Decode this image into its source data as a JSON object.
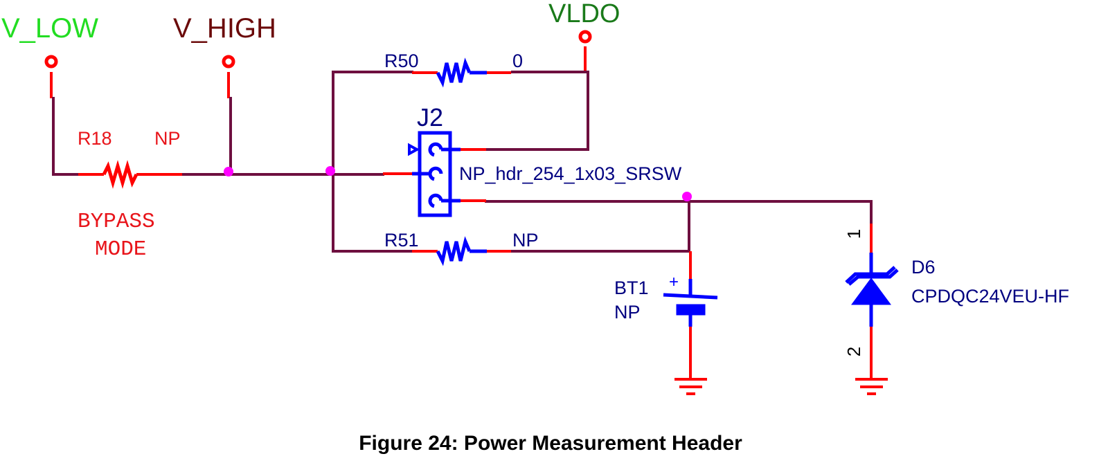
{
  "colors": {
    "wire": "#6e0f3f",
    "pin": "#ff0000",
    "component_body": "#0000ff",
    "junction": "#ff00ff",
    "designator_text": "#000080",
    "r18_text": "#e8141a",
    "v_low": "#22dd22",
    "v_high": "#6b0a0a",
    "vldo": "#1a7a1a"
  },
  "nets": {
    "v_low": "V_LOW",
    "v_high": "V_HIGH",
    "vldo": "VLDO"
  },
  "components": {
    "r18": {
      "designator": "R18",
      "value": "NP",
      "note_line1": "BYPASS",
      "note_line2": "MODE"
    },
    "r50": {
      "designator": "R50",
      "value": "0"
    },
    "r51": {
      "designator": "R51",
      "value": "NP"
    },
    "j2": {
      "designator": "J2",
      "value": "NP_hdr_254_1x03_SRSW"
    },
    "bt1": {
      "designator": "BT1",
      "value": "NP",
      "polarity": "+"
    },
    "d6": {
      "designator": "D6",
      "value": "CPDQC24VEU-HF",
      "pin1": "1",
      "pin2": "2"
    }
  },
  "caption": "Figure 24: Power Measurement Header"
}
